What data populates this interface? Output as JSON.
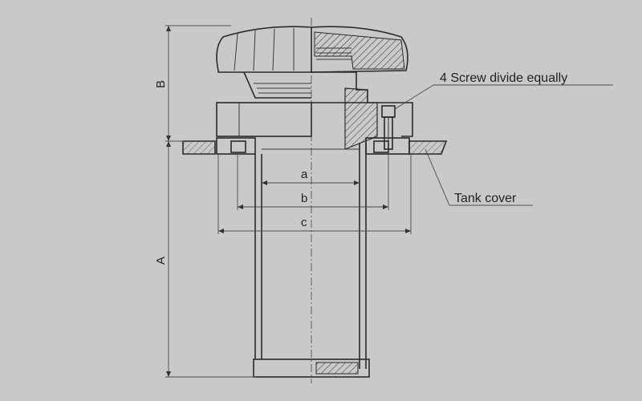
{
  "diagram": {
    "callouts": {
      "screws": "4 Screw divide equally",
      "tank_cover": "Tank cover"
    },
    "dimension_labels": {
      "a": "a",
      "b": "b",
      "c": "c",
      "A": "A",
      "B": "B"
    },
    "colors": {
      "background": "#c9c9c9",
      "line": "#2b2b2b"
    }
  }
}
